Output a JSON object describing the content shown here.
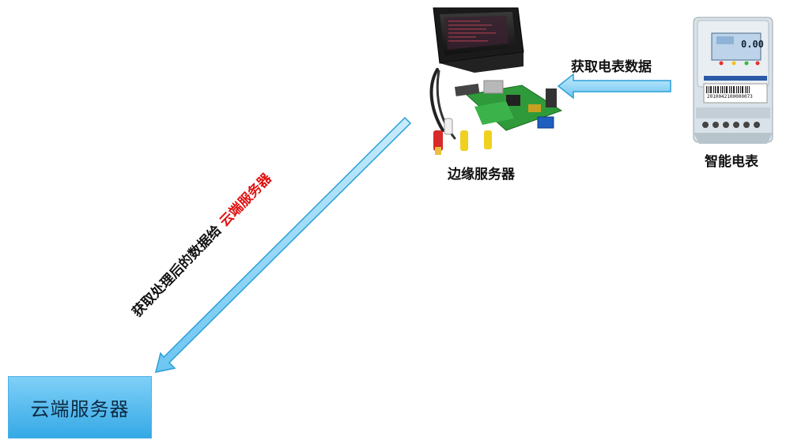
{
  "meter_label": "智能电表",
  "edge_label": "边缘服务器",
  "cloud_label": "云端服务器",
  "arrow_right_text": "获取电表数据",
  "arrow_diag_text": "获取处理后的数据给",
  "arrow_diag_highlight": "云端服务器",
  "meter_display_value": "0.00",
  "meter_serial": "2010042100000073",
  "colors": {
    "arrow_fill": "#8fd6f7",
    "arrow_stroke": "#2c9fd8",
    "highlight_text": "#e01010",
    "cloud_box": "#4cb7ee"
  }
}
